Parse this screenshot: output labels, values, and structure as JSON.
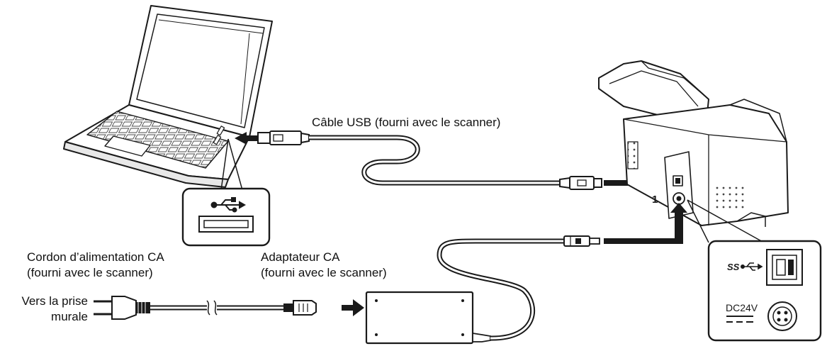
{
  "labels": {
    "usb_cable": "Câble USB (fourni avec le scanner)",
    "power_cord_line1": "Cordon d’alimentation CA",
    "power_cord_line2": "(fourni avec le scanner)",
    "adapter_line1": "Adaptateur CA",
    "adapter_line2": "(fourni avec le scanner)",
    "wall_line1": "Vers la prise",
    "wall_line2": "murale",
    "inset_usb_mark": "SS",
    "inset_dc_mark": "DC24V",
    "port_number": "1"
  },
  "colors": {
    "line": "#1a1a1a",
    "fill": "#ffffff",
    "shade": "#d8d8d8",
    "dark": "#333333"
  }
}
